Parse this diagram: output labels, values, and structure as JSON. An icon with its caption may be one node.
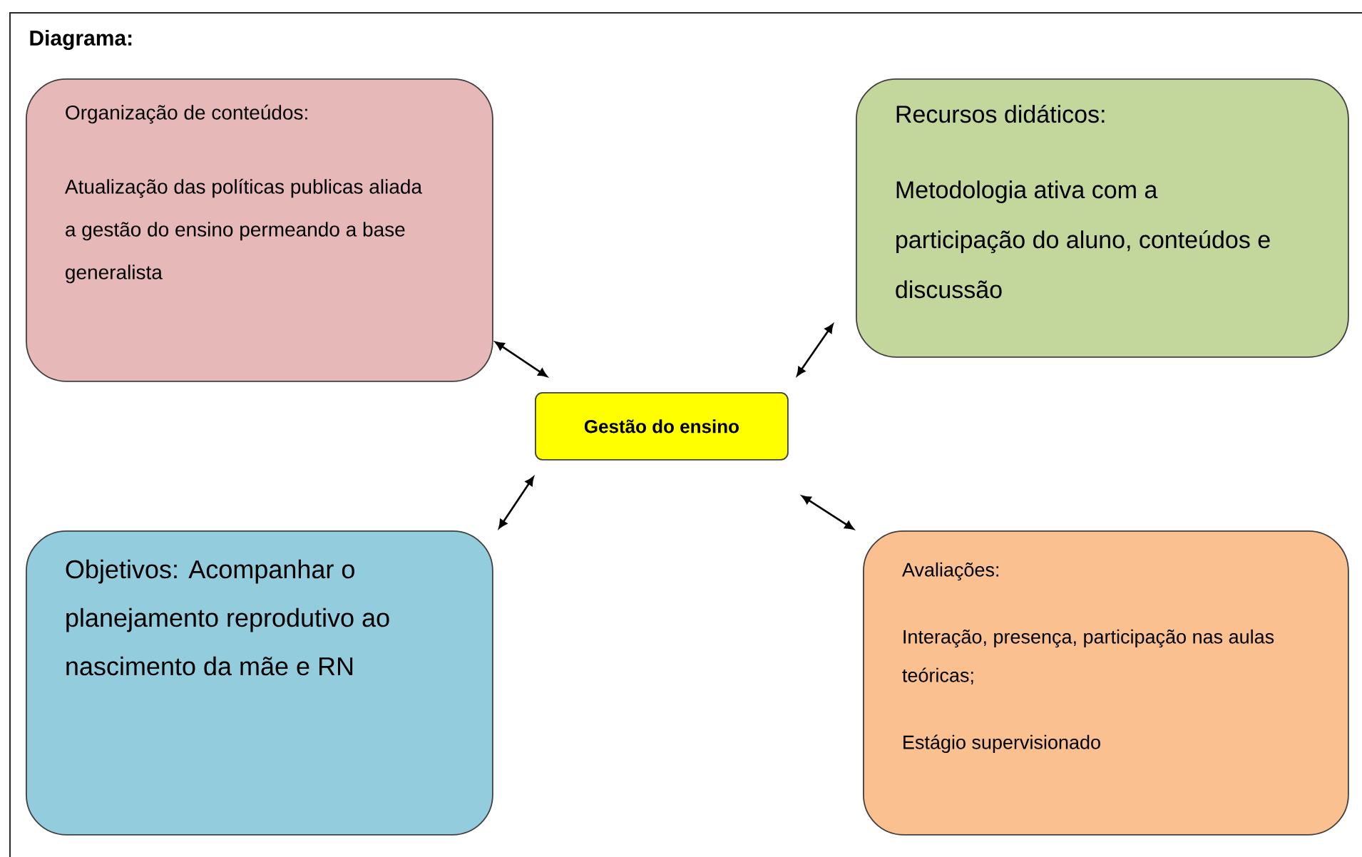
{
  "diagram": {
    "title": "Diagrama:",
    "nodes": [
      {
        "text": [
          "Organização de conteúdos:",
          "Atualização das políticas publicas aliada a gestão do ensino permeando a base generalista"
        ]
      },
      {
        "text": [
          "Recursos didáticos:",
          "Metodologia ativa com a participação do aluno, conteúdos e discussão"
        ]
      },
      {
        "text": [
          "Gestão do ensino"
        ]
      },
      {
        "text": [
          "Objetivos: Acompanhar o planejamento reprodutivo ao nascimento da mãe e RN"
        ]
      },
      {
        "text": [
          "Avaliações:",
          "Interação, presença, participação nas aulas teóricas;",
          "Estágio supervisionado"
        ]
      }
    ],
    "edges": [
      {
        "from": 2,
        "to": 0,
        "arrow": "both"
      },
      {
        "from": 2,
        "to": 1,
        "arrow": "both"
      },
      {
        "from": 2,
        "to": 3,
        "arrow": "both"
      },
      {
        "from": 2,
        "to": 4,
        "arrow": "both"
      }
    ]
  }
}
